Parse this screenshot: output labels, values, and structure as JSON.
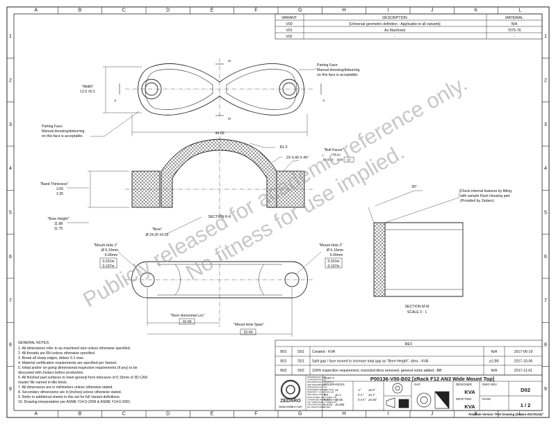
{
  "grid": {
    "columns": [
      "A",
      "B",
      "C",
      "D",
      "E",
      "F",
      "G",
      "H",
      "I",
      "J",
      "K",
      "L"
    ],
    "rows": [
      "1",
      "2",
      "3",
      "4",
      "5",
      "6",
      "7",
      "8",
      "9"
    ]
  },
  "variants": {
    "headers": [
      "VARIANT",
      "DESCRIPTION",
      "MATERIAL"
    ],
    "rows": [
      [
        "V00",
        "[Universal geometric definition - Applicable to all variants]",
        "N/A"
      ],
      [
        "V01",
        "As Machined",
        "7075-T6"
      ],
      [
        "V02",
        "-",
        "-"
      ]
    ]
  },
  "views": {
    "top": {
      "parting_note": [
        "Parting Face:",
        "Manual dressing/deburring",
        "on this face is acceptable."
      ],
      "width_label": "\"Width\"",
      "width_value": "12.0 ±0.1",
      "length_value": "44.00",
      "m": "M",
      "k": "K"
    },
    "section_kk": {
      "r_value": "R1.0",
      "chamfer": "2X 0.40 X 45°",
      "bolt_faces_label": "\"Bolt Faces\"",
      "bolt_faces_tol": "+0.10",
      "bolt_faces_dim": "2X 8.73",
      "bolt_faces_tol2": "0.00",
      "bolt_faces_frame": "CF",
      "band_label": "\"Band Thinkness\"",
      "band_max": "2.60",
      "band_min": "2.35",
      "bore_height_label": "\"Bore Height\"",
      "bore_height_max": "11.88",
      "bore_height_min": "11.75",
      "bore_label": "\"Bore\"",
      "bore_value": "Ø 24.20 ±0.03",
      "title": "SECTION K-K"
    },
    "bottom": {
      "mh1_label": "\"Mount Hole 1\"",
      "mh2_label": "\"Mount Hole 2\"",
      "mh_max": "Ø 5.10mm",
      "mh_min": "5.00mm",
      "mh_in_max": "0.201in",
      "mh_in_min": "0.197in",
      "bore_hloc_label": "\"Bore Horizontal Loc\"",
      "bore_hloc_value": "16.00",
      "span_label": "\"Mount Hole Span\"",
      "span_value": "32.00"
    },
    "section_mm": {
      "angle": "30°",
      "note": [
        "Check internal features by fitting",
        "with sample Rack Housing part",
        "(Provided by Zedaro)"
      ],
      "title": "SECTION M-M",
      "scale": "SCALE 3 : 1"
    }
  },
  "watermark": {
    "line1": "Publicly released for academic reference only.",
    "line2": "No fitness for use implied."
  },
  "general_notes": {
    "heading": "GENERAL NOTES:",
    "items": [
      "1.  All dimensions refer to as-machined size unless otherwise specified.",
      "2.  All threads are RH unless otherwise specified.",
      "3.  Break all sharp edges, deburr 0.1 max.",
      "4.  Material certification requirements are specified per Variant.",
      "5.  Initial and/or on-going dimensional inspection requirements (if any) to be",
      "     discussed with Zedaro before production.",
      "6.  All finished part surfaces to meet general form tolerance of 0.15mm of 3D CAD",
      "     master file named in title block.",
      "7.  All dimensions are in millimeters unless otherwise stated.",
      "8.  Secondary dimensions are in [inches] unless otherwise stated.",
      "9.  Refer to additional sheets in this set for full Variant definitions.",
      "10. Drawing interpretation per ASME Y14.5-2009 & ASME Y14.6-2001"
    ]
  },
  "revisions": {
    "heading": "REV",
    "rows": [
      [
        "B01",
        "D01",
        "Created - KVA",
        "N/A",
        "2017-06-19"
      ],
      [
        "B01",
        "D01",
        "Split gap / face moved to increase total gap as \"Bore Height\", dims - KVA",
        "p1.B6",
        "2017-10-06"
      ],
      [
        "B02",
        "D02",
        "100% inspection requirement, encircled dims removed. general notes added. -BB",
        "N/A",
        "2017-11-01"
      ]
    ]
  },
  "title_block": {
    "logo": "ZEDARO",
    "website": "www.zedaro.com",
    "proprietary": [
      "PROPRIETARY AND",
      "CONFIDENTIAL. ALL",
      "INFORMATION, CONCEPTS,",
      "AND PROCEDURES",
      "PRESENTED IN THIS",
      "DOCUMENT ARE THE SOLE",
      "PROPERTY OF ZEDARO INC",
      "AND SHALL NOT BE",
      "DUPLICATED, DISCLOSED, OR",
      "OTHERWISE REPRODUCED TO",
      "ANY THIRD PARTY UNDER ANY",
      "CIRCUMSTANCES.",
      "ALL RIGHTS RESERVED."
    ],
    "part_label": "PART #",
    "part_number": "P00136-V00-B02 [zRack F12 AN3 Wide Mount Top]",
    "tolerances_label": "TOLERANCES",
    "tolerances": [
      [
        "X",
        "±1",
        "A°",
        "±0.5°"
      ],
      [
        "0.X",
        "±0.1",
        "0.A°",
        "±0.1°"
      ],
      [
        "0.XX",
        "±0.05",
        "0.AA°",
        "±0.05°"
      ],
      [
        "0.XXX",
        "±0.005",
        "",
        ""
      ]
    ],
    "sap_label": "SAP",
    "designer_label": "DESIGNER",
    "designer": "KVA",
    "drafting_label": "DRAFTING",
    "drafting": "KVA",
    "dwg_rev_label": "DWG REV",
    "dwg_rev": "D02",
    "page_label": "PAGE",
    "page": "1 / 2"
  },
  "template_version": "Template Version \"Part Drawing (Zedaro-20170124)\""
}
